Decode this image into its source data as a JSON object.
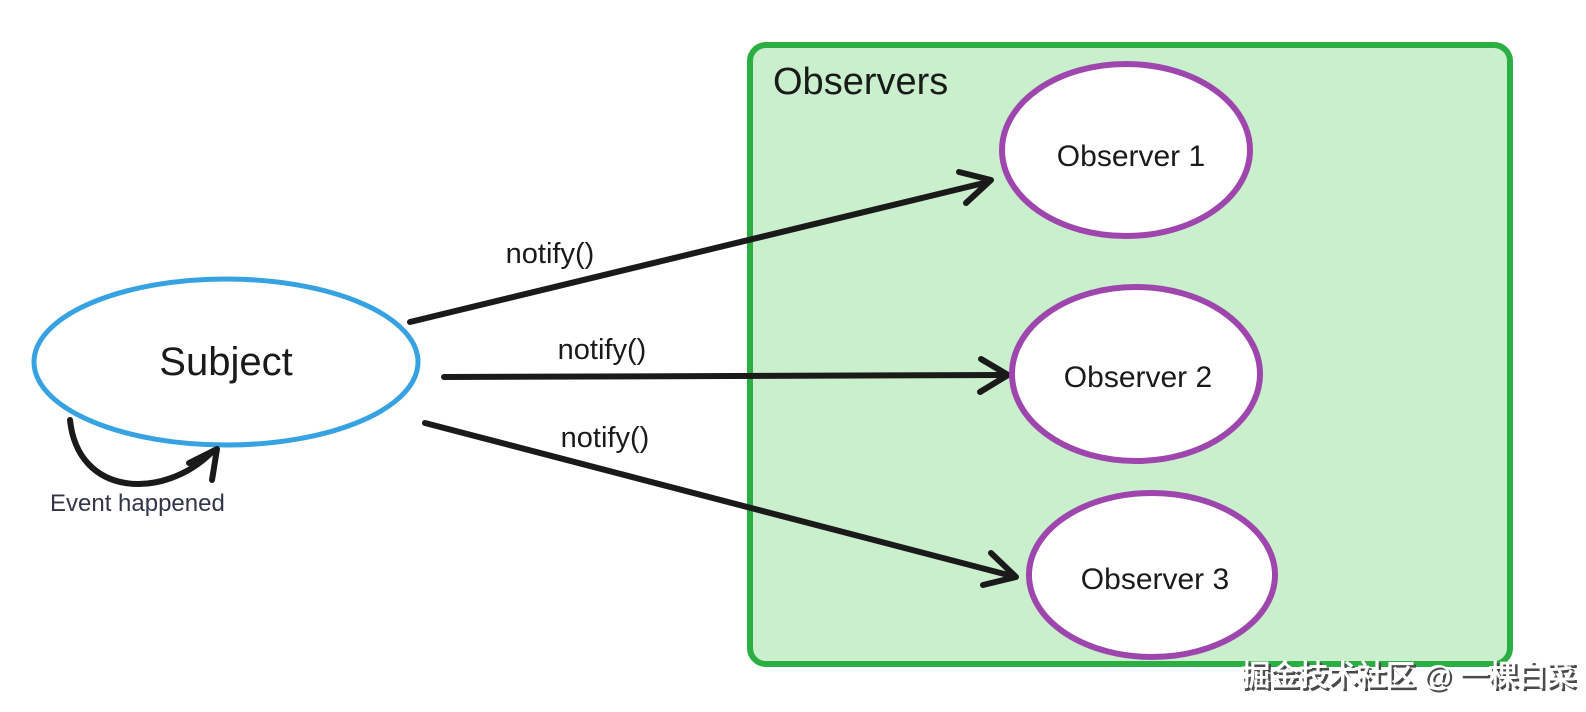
{
  "diagram": {
    "subject": {
      "label": "Subject"
    },
    "self_loop": {
      "label": "Event happened"
    },
    "observers_group": {
      "title": "Observers"
    },
    "observers": [
      {
        "label": "Observer 1"
      },
      {
        "label": "Observer 2"
      },
      {
        "label": "Observer 3"
      }
    ],
    "edges": [
      {
        "label": "notify()"
      },
      {
        "label": "notify()"
      },
      {
        "label": "notify()"
      }
    ],
    "colors": {
      "subject_stroke": "#37a2e2",
      "observer_stroke": "#9e46ae",
      "group_stroke": "#2caf42",
      "group_fill": "#c9efcd",
      "node_fill": "#ffffff",
      "arrow": "#1a1a1a"
    },
    "watermark": "掘金技术社区 @ 一棵白菜"
  }
}
